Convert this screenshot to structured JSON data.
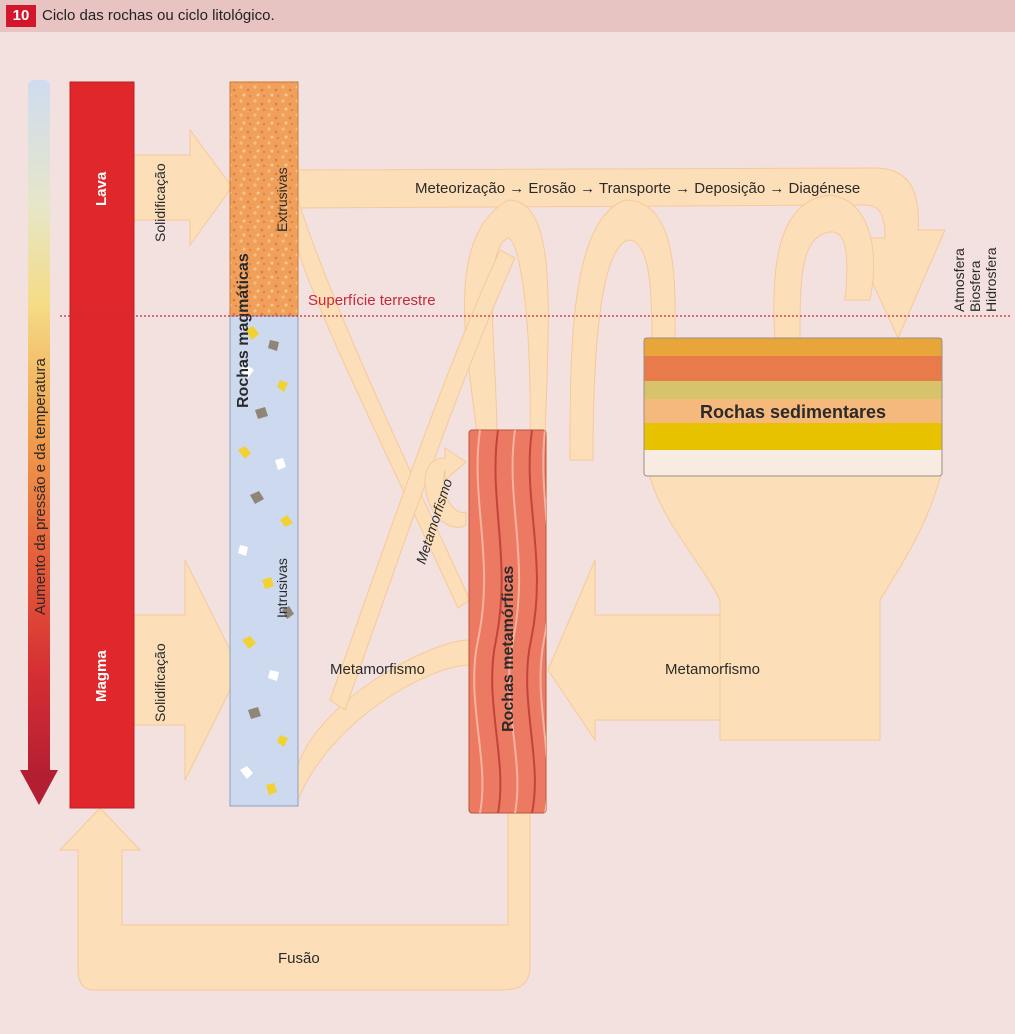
{
  "figure": {
    "number": "10",
    "caption": "Ciclo das rochas ou ciclo litológico."
  },
  "gradient_axis": {
    "label": "Aumento da pressão e da temperatura"
  },
  "molten": {
    "lava": "Lava",
    "magma": "Magma"
  },
  "processes": {
    "solidification_top": "Solidificação",
    "solidification_bottom": "Solidificação",
    "surface_chain": "Meteorização → Erosão → Transporte → Deposição → Diagénese",
    "metamorphism_left": "Metamorfismo",
    "metamorphism_right": "Metamorfismo",
    "metamorphism_loop": "Metamorfismo",
    "fusion": "Fusão"
  },
  "surface_line": "Superfície terrestre",
  "spheres": [
    "Atmosfera",
    "Biosfera",
    "Hidrosfera"
  ],
  "rocks": {
    "magmatic": "Rochas magmáticas",
    "extrusive": "Extrusivas",
    "intrusive": "Intrusivas",
    "metamorphic": "Rochas metamórficas",
    "sedimentary": "Rochas sedimentares"
  },
  "colors": {
    "background": "#f3e1df",
    "header_band": "#e7c3c2",
    "badge": "#d2162c",
    "flow_arrows": "#fcdfb8",
    "magma_bar": "#e0282c",
    "surface_line": "#c62a3a",
    "metamorphic_rock": "#ec7a62",
    "sediment_layers": [
      "#e7a53a",
      "#e97b4a",
      "#d7c46a",
      "#f6b97c",
      "#e6c200",
      "#f8ebe1"
    ]
  }
}
